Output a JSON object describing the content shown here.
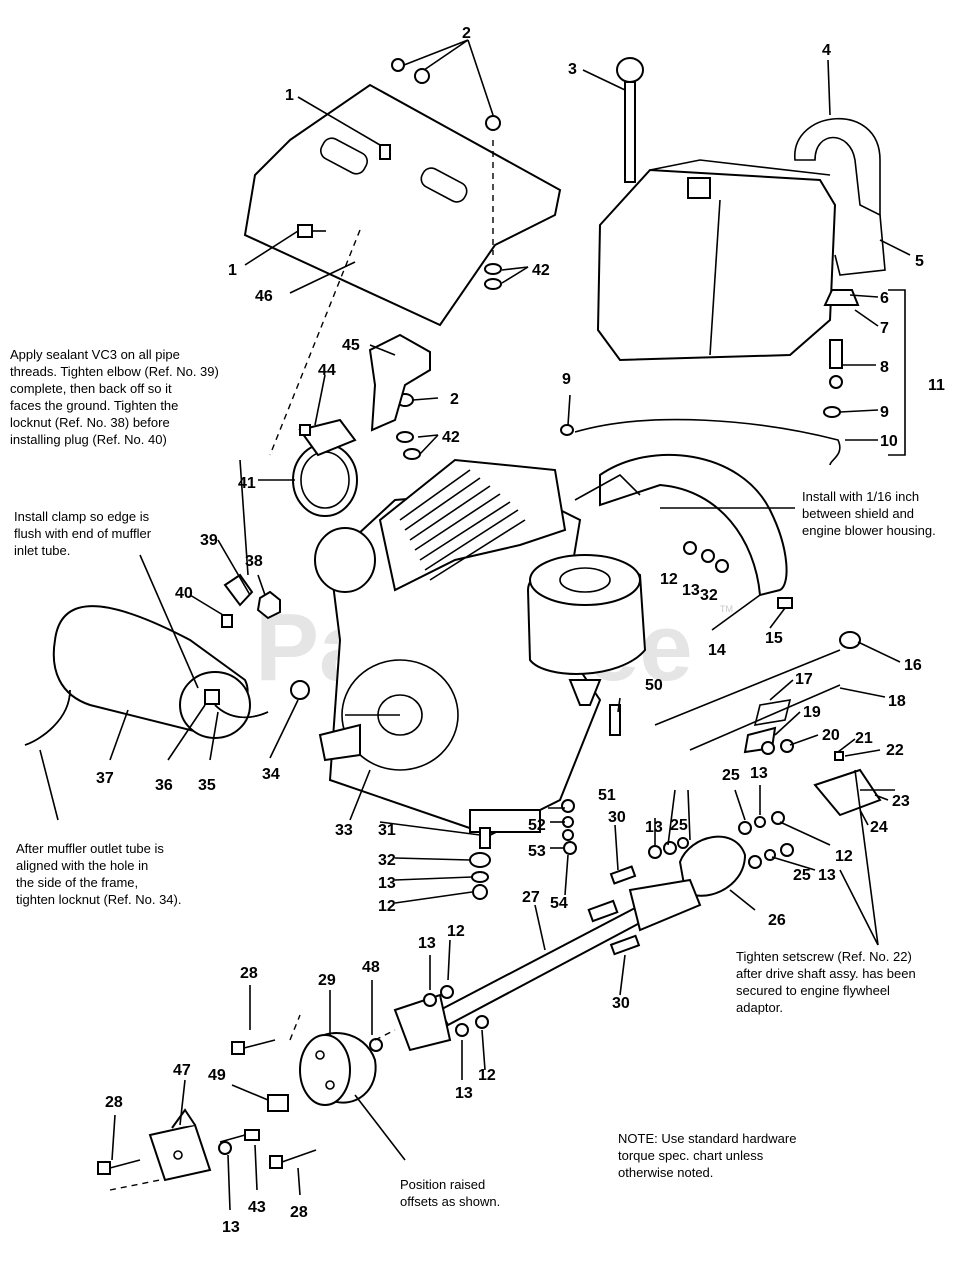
{
  "watermark": "PartsTree",
  "trademark": "TM",
  "notes": {
    "sealant": "Apply sealant VC3 on all pipe\nthreads. Tighten elbow (Ref. No. 39)\ncomplete, then back off so it\nfaces the ground. Tighten the\nlocknut (Ref. No. 38) before\ninstalling plug (Ref. No. 40)",
    "clamp": "Install clamp so edge is\nflush with end of muffler\ninlet tube.",
    "shield": "Install with 1/16 inch\nbetween shield and\nengine blower housing.",
    "muffler": "After muffler outlet tube is\naligned with the hole in\nthe side of the frame,\ntighten locknut (Ref. No. 34).",
    "setscrew": "Tighten setscrew (Ref. No. 22)\nafter drive shaft assy. has been\nsecured to engine flywheel\nadaptor.",
    "hardware": "NOTE: Use standard hardware\ntorque spec. chart unless\notherwise noted.",
    "offsets": "Position raised\noffsets as shown."
  },
  "callouts": [
    "1",
    "2",
    "3",
    "4",
    "5",
    "6",
    "7",
    "8",
    "9",
    "10",
    "11",
    "12",
    "13",
    "14",
    "15",
    "16",
    "17",
    "18",
    "19",
    "20",
    "21",
    "22",
    "23",
    "24",
    "25",
    "26",
    "27",
    "28",
    "29",
    "30",
    "31",
    "32",
    "33",
    "34",
    "35",
    "36",
    "37",
    "38",
    "39",
    "40",
    "41",
    "42",
    "43",
    "44",
    "45",
    "46",
    "47",
    "48",
    "49",
    "50",
    "51",
    "52",
    "53",
    "54"
  ]
}
